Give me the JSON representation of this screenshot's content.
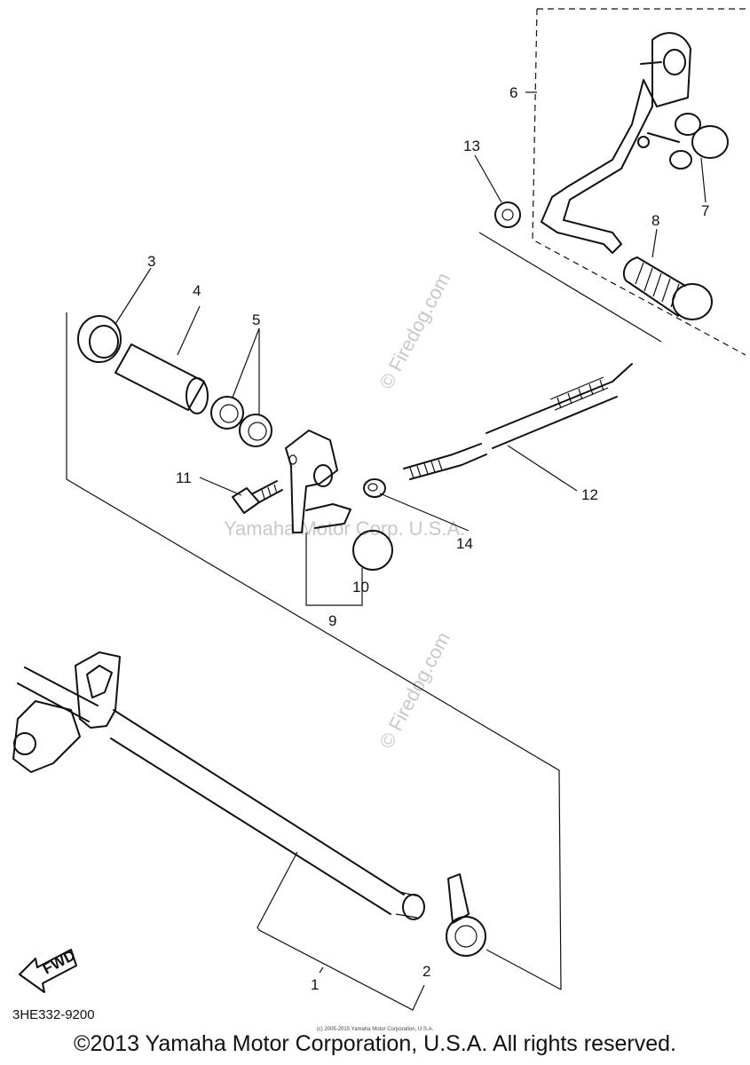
{
  "diagram": {
    "part_code": "3HE332-9200",
    "fwd_label": "FWD",
    "callouts": [
      "1",
      "2",
      "3",
      "4",
      "5",
      "6",
      "7",
      "8",
      "9",
      "10",
      "11",
      "12",
      "13",
      "14"
    ]
  },
  "watermarks": {
    "firedog": "© Firedog.com",
    "yamaha": "Yamaha Motor Corp. U.S.A.",
    "small_copyright": "(c) 2005-2015 Yamaha Motor Corporation, U.S.A."
  },
  "footer": {
    "copyright": "©2013 Yamaha Motor Corporation, U.S.A. All rights reserved."
  }
}
